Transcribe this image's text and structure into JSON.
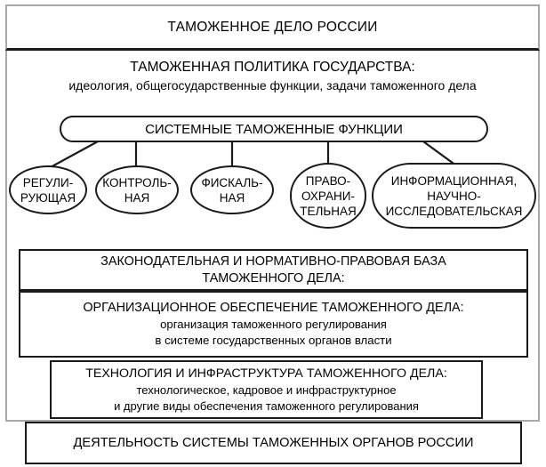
{
  "diagram": {
    "title": "ТАМОЖЕННОЕ ДЕЛО РОССИИ",
    "policy": {
      "heading": "ТАМОЖЕННАЯ ПОЛИТИКА ГОСУДАРСТВА:",
      "subheading": "идеология, общегосударственные функции, задачи таможенного дела"
    },
    "functions_capsule": "СИСТЕМНЫЕ ТАМОЖЕННЫЕ ФУНКЦИИ",
    "functions": [
      {
        "line1": "РЕГУЛИ-",
        "line2": "РУЮЩАЯ",
        "line3": ""
      },
      {
        "line1": "КОНТРОЛЬ-",
        "line2": "НАЯ",
        "line3": ""
      },
      {
        "line1": "ФИСКАЛЬ-",
        "line2": "НАЯ",
        "line3": ""
      },
      {
        "line1": "ПРАВО-",
        "line2": "ОХРАНИ-",
        "line3": "ТЕЛЬНАЯ"
      },
      {
        "line1": "ИНФОРМАЦИОННАЯ,",
        "line2": "НАУЧНО-",
        "line3": "ИССЛЕДОВАТЕЛЬСКАЯ"
      }
    ],
    "legal_base": {
      "line1": "ЗАКОНОДАТЕЛЬНАЯ И НОРМАТИВНО-ПРАВОВАЯ БАЗА",
      "line2": "ТАМОЖЕННОГО ДЕЛА:"
    },
    "organizational": {
      "heading": "ОРГАНИЗАЦИОННОЕ ОБЕСПЕЧЕНИЕ ТАМОЖЕННОГО ДЕЛА:",
      "line1": "организация таможенного регулирования",
      "line2": "в системе государственных органов власти"
    },
    "technology": {
      "heading": "ТЕХНОЛОГИЯ И ИНФРАСТРУКТУРА ТАМОЖЕННОГО ДЕЛА:",
      "line1": "технологическое, кадровое и инфраструктурное",
      "line2": "и другие виды обеспечения таможенного регулирования"
    },
    "activity": "ДЕЯТЕЛЬНОСТЬ СИСТЕМЫ ТАМОЖЕННЫХ ОРГАНОВ РОССИИ",
    "colors": {
      "line": "#1a1a1a",
      "frame": "#a9a9a9",
      "background": "#ffffff"
    }
  }
}
